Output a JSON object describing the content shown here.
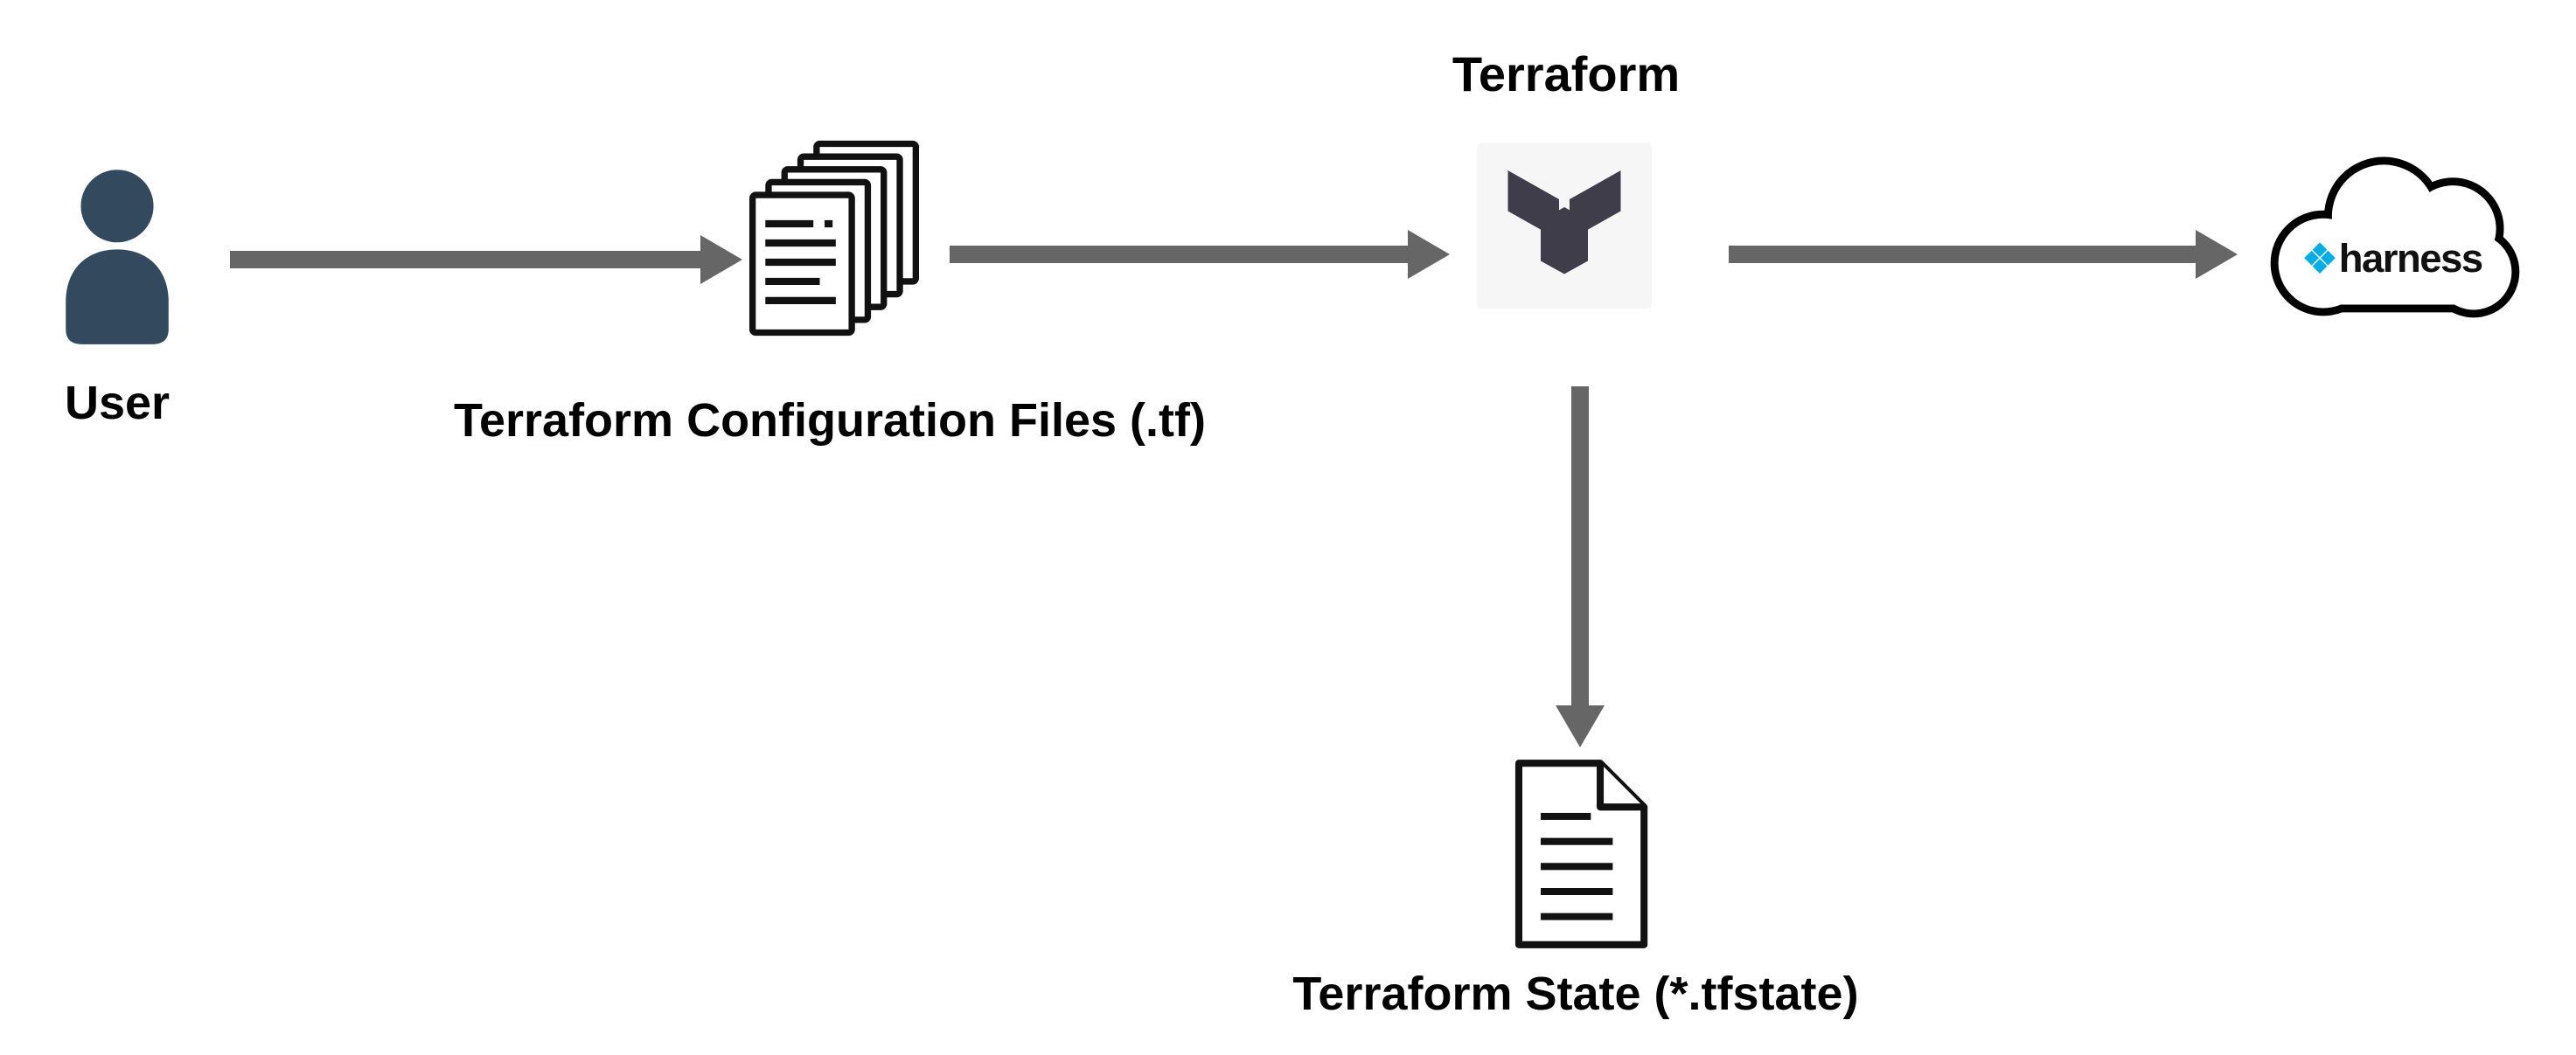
{
  "diagram": {
    "background_color": "#ffffff",
    "arrow_color": "#666666",
    "nodes": {
      "user": {
        "label": "User",
        "icon": "user-icon",
        "icon_color": "#334A5E"
      },
      "config_files": {
        "label": "Terraform Configuration Files (.tf)",
        "icon": "document-stack-icon",
        "stroke_color": "#111111"
      },
      "terraform": {
        "label": "Terraform",
        "icon": "terraform-logo-icon",
        "logo_color": "#3E3D49",
        "logo_background": "#F6F6F6"
      },
      "harness_cloud": {
        "label": "harness",
        "icon": "cloud-icon",
        "logo_icon": "harness-diamond-icon",
        "brand_color": "#00ADE4",
        "outline_color": "#000000"
      },
      "state_file": {
        "label": "Terraform State (*.tfstate)",
        "icon": "document-icon",
        "stroke_color": "#111111"
      }
    },
    "edges": [
      {
        "id": "user-to-config",
        "from": "user",
        "to": "config_files",
        "direction": "right"
      },
      {
        "id": "config-to-terraform",
        "from": "config_files",
        "to": "terraform",
        "direction": "right"
      },
      {
        "id": "terraform-to-harness",
        "from": "terraform",
        "to": "harness_cloud",
        "direction": "right"
      },
      {
        "id": "terraform-to-state",
        "from": "terraform",
        "to": "state_file",
        "direction": "down"
      }
    ]
  }
}
